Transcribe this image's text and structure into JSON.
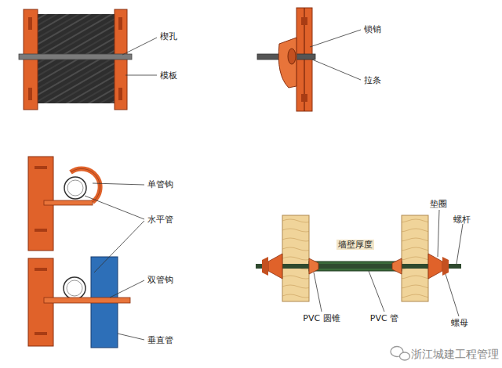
{
  "diagram": {
    "labels": [
      "楔孔",
      "模板",
      "锁销",
      "拉条",
      "单管钩",
      "水平管",
      "双管钩",
      "垂直管",
      "垫圈",
      "螺杆",
      "墙壁厚度",
      "PVC 圆锥",
      "PVC 管",
      "螺母",
      "浙江城建工程管理"
    ]
  }
}
